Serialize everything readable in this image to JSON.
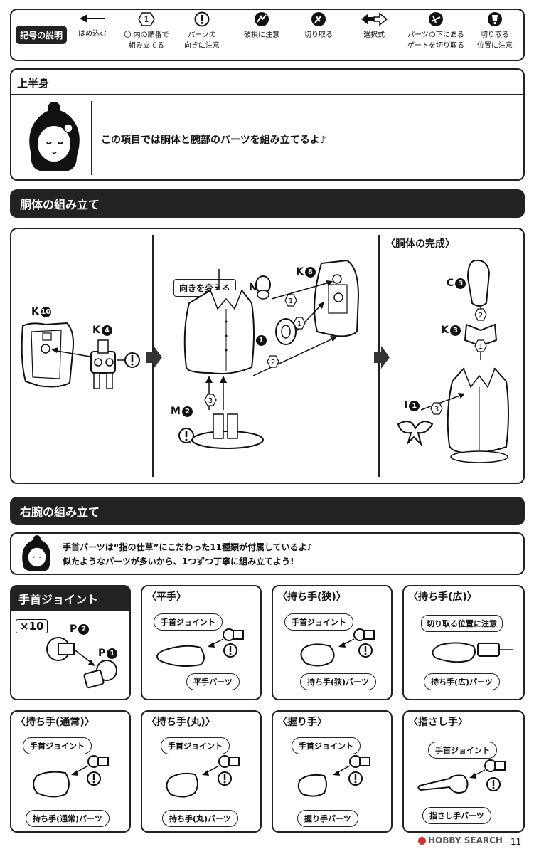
{
  "legend": {
    "title": "記号の説明",
    "items": [
      {
        "icon": "arrow-left-icon",
        "line1": "はめ込む",
        "line2": ""
      },
      {
        "icon": "hexagon-number-icon",
        "line1": "〇 内の順番で",
        "line2": "組み立てる"
      },
      {
        "icon": "exclamation-circle-icon",
        "line1": "パーツの",
        "line2": "向きに注意"
      },
      {
        "icon": "break-warning-icon",
        "line1": "破損に注意",
        "line2": ""
      },
      {
        "icon": "cut-icon",
        "line1": "切り取る",
        "line2": ""
      },
      {
        "icon": "double-arrow-icon",
        "line1": "選択式",
        "line2": ""
      },
      {
        "icon": "gate-cut-icon",
        "line1": "パーツの下にある",
        "line2": "ゲートを切り取る"
      },
      {
        "icon": "cut-position-icon",
        "line1": "切り取る",
        "line2": "位置に注意"
      }
    ],
    "hex_symbol": "1"
  },
  "upper_body": {
    "title": "上半身",
    "intro": "この項目では胴体と腕部のパーツを組み立てるよ♪"
  },
  "torso": {
    "bar_title": "胴体の組み立て",
    "completed_label": "〈胴体の完成〉",
    "callout": "向きを変える",
    "parts": {
      "k10": {
        "letter": "K",
        "num": "10"
      },
      "k4": {
        "letter": "K",
        "num": "4"
      },
      "n1a": {
        "letter": "N",
        "num": "1"
      },
      "n1b": {
        "letter": "N",
        "num": "1"
      },
      "k8": {
        "letter": "K",
        "num": "8"
      },
      "m2": {
        "letter": "M",
        "num": "2"
      },
      "c3": {
        "letter": "C",
        "num": "3"
      },
      "k3": {
        "letter": "K",
        "num": "3"
      },
      "i1": {
        "letter": "I",
        "num": "1"
      }
    },
    "steps": {
      "s1": "1",
      "s2": "2",
      "s3": "3"
    }
  },
  "right_arm": {
    "bar_title": "右腕の組み立て",
    "note_line1": "手首パーツは“指の仕草”にこだわった11種類が付属しているよ♪",
    "note_line2": "似たようなパーツが多いから、1つずつ丁寧に組み立てよう!"
  },
  "wrist_joint": {
    "title": "手首ジョイント",
    "count": "×10",
    "p2": {
      "letter": "P",
      "num": "2"
    },
    "p1": {
      "letter": "P",
      "num": "1"
    }
  },
  "hands": [
    {
      "title": "〈平手〉",
      "joint": "手首ジョイント",
      "part": "平手パーツ",
      "note": ""
    },
    {
      "title": "〈持ち手(狭)〉",
      "joint": "手首ジョイント",
      "part": "持ち手(狭)パーツ",
      "note": ""
    },
    {
      "title": "〈持ち手(広)〉",
      "joint": "",
      "part": "持ち手(広)パーツ",
      "note": "切り取る位置に注意"
    },
    {
      "title": "〈持ち手(通常)〉",
      "joint": "手首ジョイント",
      "part": "持ち手(通常)パーツ",
      "note": ""
    },
    {
      "title": "〈持ち手(丸)〉",
      "joint": "手首ジョイント",
      "part": "持ち手(丸)パーツ",
      "note": ""
    },
    {
      "title": "〈握り手〉",
      "joint": "手首ジョイント",
      "part": "握り手パーツ",
      "note": ""
    },
    {
      "title": "〈指さし手〉",
      "joint": "手首ジョイント",
      "part": "指さし手パーツ",
      "note": ""
    }
  ],
  "footer": {
    "brand": "HOBBY SEARCH",
    "page_number": "11"
  }
}
